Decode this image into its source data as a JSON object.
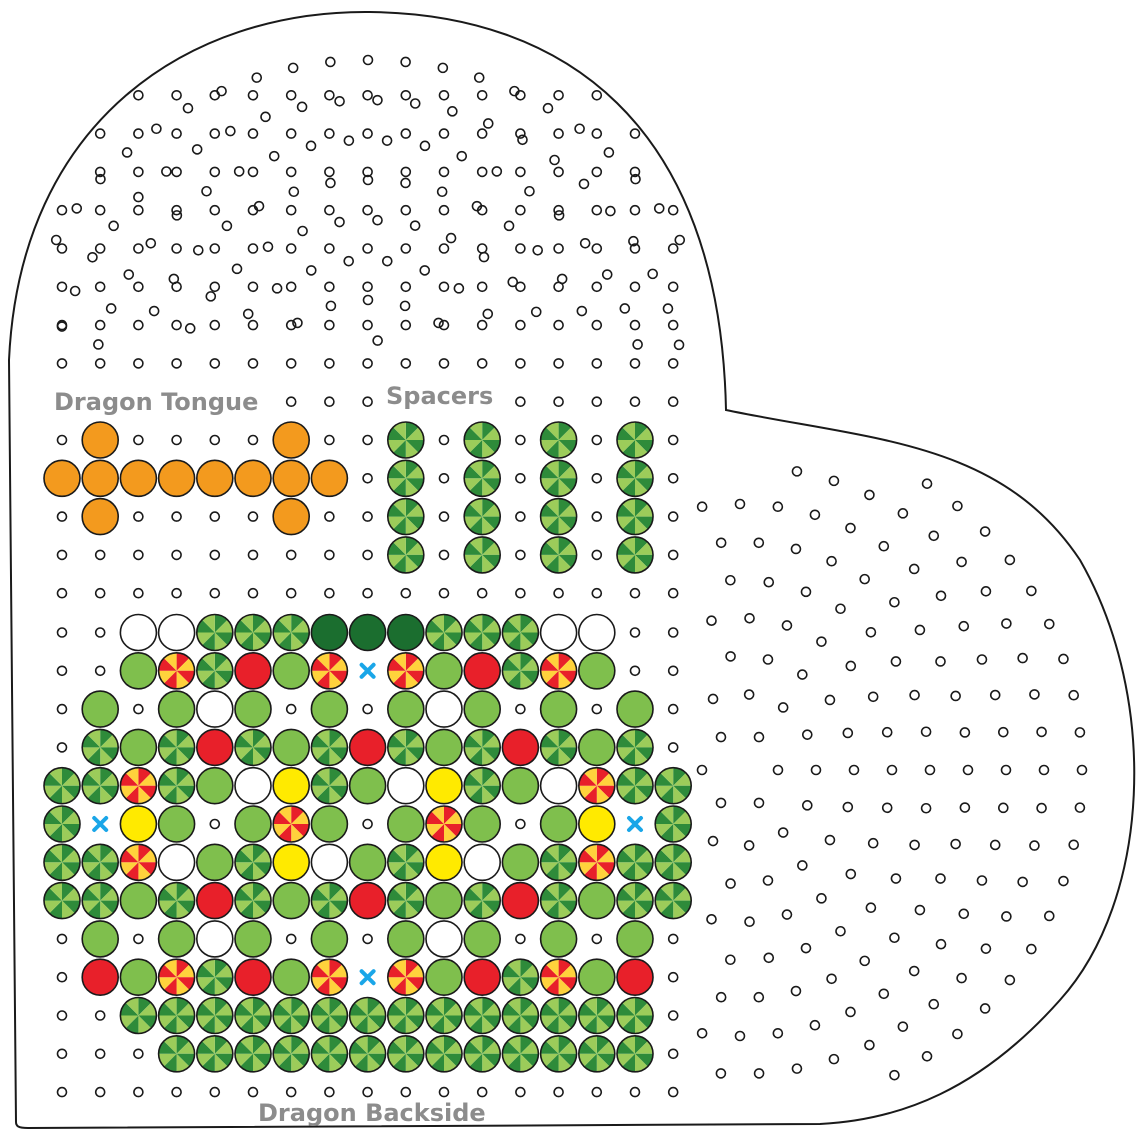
{
  "labels": {
    "tongue": "Dragon Tongue",
    "spacers": "Spacers",
    "backside": "Dragon Backside"
  },
  "colors": {
    "outline": "#1a1a1a",
    "label": "#8c8c8c",
    "orange": "#f39a1e",
    "light_green": "#7fbf4d",
    "dark_green": "#1b6e2f",
    "striped_green_a": "#2e8b3a",
    "striped_green_b": "#9ccc5a",
    "red": "#e8202a",
    "yellow": "#ffea00",
    "striped_red_a": "#e8202a",
    "striped_red_b": "#ffd23c",
    "white": "#ffffff",
    "marker": "#1aa6e8"
  },
  "legend_codes": {
    "O": "orange",
    "G": "light-green",
    "D": "dark-green",
    "S": "striped-green",
    "R": "red",
    "Y": "yellow",
    "P": "striped-red-yellow",
    "W": "white",
    "X": "blue-x-marker",
    ".": "empty-peg"
  },
  "patterns": {
    "tongue": [
      ".O....O.",
      "OOOOOOOO",
      ".O....O."
    ],
    "spacers": [
      "S.S.S.S",
      "S.S.S.S",
      "S.S.S.S",
      "S.S.S.S"
    ],
    "backside": [
      "..WWSSSDDDSSSWW.",
      "..GPSRGPXPGRSPG.",
      ".G.GWG.G.GWG.G.G",
      ".SGSRSGSRSGSRSGS",
      "SSPSGWYSGWYSGWPSS",
      "SXYG.GPG.GPG.GYXS",
      "SSPWGSYWGSYWGSPSS",
      "SSGSRSGSRSGSRSGSS",
      ".G.GWG.G.GWG.G.G",
      ".RGPSRGPXPGRSPGR",
      "..SSSSSSSSSSSSSS",
      "...SSSSSSSSSSSSS"
    ]
  }
}
